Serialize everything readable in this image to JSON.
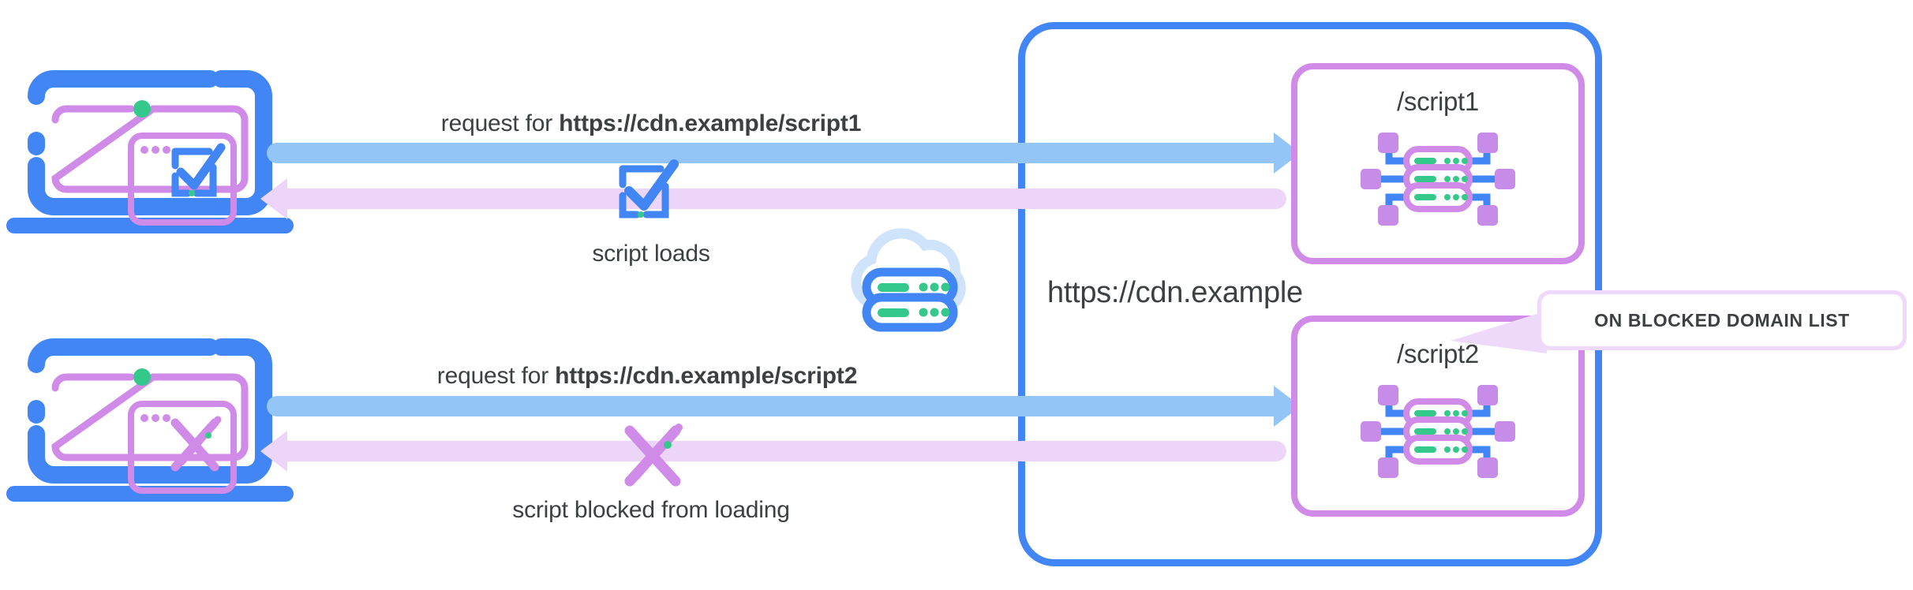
{
  "diagram": {
    "title_domain": "https://cdn.example",
    "colors": {
      "blue": "#4285f4",
      "light_blue_arrow": "#93c5f7",
      "purple": "#d08ae8",
      "light_purple_arrow": "#ecd5f8",
      "green": "#34c98a",
      "text": "#3c4043",
      "callout_fill": "#efd9fa"
    },
    "flows": [
      {
        "id": "script1",
        "request_prefix": "request for ",
        "request_url": "https://cdn.example/script1",
        "result_label": "script loads",
        "result_status": "allowed",
        "client_icon": "checkmark-document-icon",
        "mid_icon": "checkmark-icon",
        "endpoint_label": "/script1",
        "endpoint_icon": "server-network-icon"
      },
      {
        "id": "script2",
        "request_prefix": "request for ",
        "request_url": "https://cdn.example/script2",
        "result_label": "script blocked from loading",
        "result_status": "blocked",
        "client_icon": "cross-document-icon",
        "mid_icon": "cross-icon",
        "endpoint_label": "/script2",
        "endpoint_icon": "server-network-icon"
      }
    ],
    "cloud": {
      "icon": "cloud-server-icon"
    },
    "callout": {
      "text": "ON BLOCKED DOMAIN LIST"
    }
  }
}
